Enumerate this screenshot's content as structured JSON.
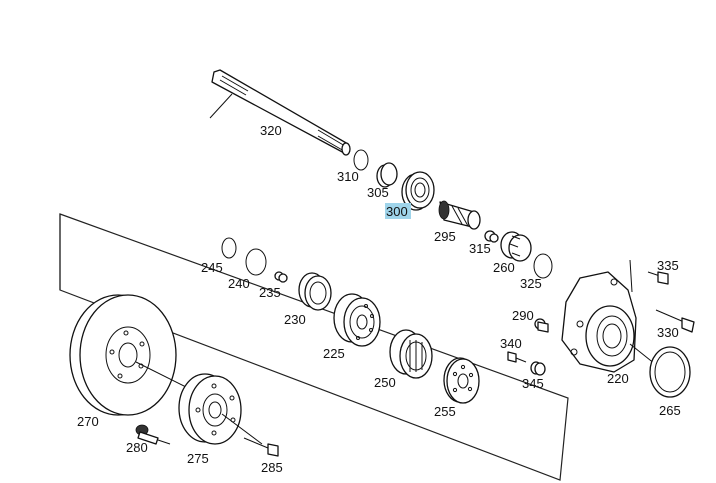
{
  "labels": {
    "p320": "320",
    "p310": "310",
    "p305": "305",
    "p300": "300",
    "p295": "295",
    "p315": "315",
    "p260": "260",
    "p325": "325",
    "p245": "245",
    "p240": "240",
    "p235": "235",
    "p230": "230",
    "p225": "225",
    "p250": "250",
    "p255": "255",
    "p270": "270",
    "p275": "275",
    "p280": "280",
    "p285": "285",
    "p290": "290",
    "p340": "340",
    "p345": "345",
    "p220": "220",
    "p265": "265",
    "p335": "335",
    "p330": "330"
  },
  "highlight": {
    "part": "300",
    "color": "#9fd4ea"
  }
}
